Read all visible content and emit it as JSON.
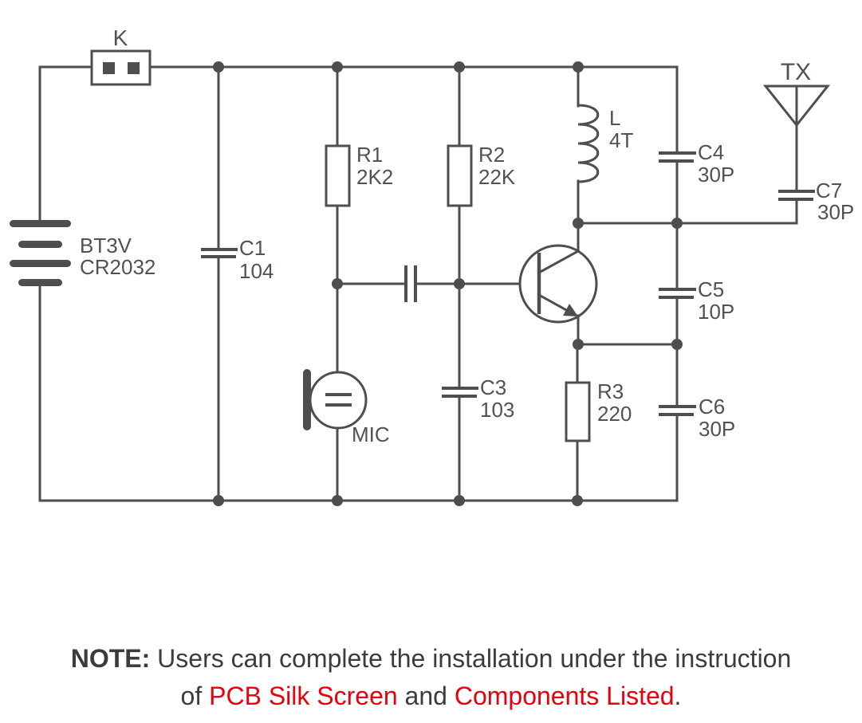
{
  "colors": {
    "wire": "#4e4e50",
    "label": "#515254",
    "note": "#3c3c3c",
    "red": "#e8000d"
  },
  "schematic": {
    "switch_k": {
      "ref": "K"
    },
    "battery": {
      "name": "BT3V",
      "model": "CR2032"
    },
    "c1": {
      "ref": "C1",
      "value": "104"
    },
    "r1": {
      "ref": "R1",
      "value": "2K2"
    },
    "r2": {
      "ref": "R2",
      "value": "22K"
    },
    "mic": {
      "ref": "MIC"
    },
    "c3": {
      "ref": "C3",
      "value": "103"
    },
    "inductor_l": {
      "ref": "L",
      "value": "4T"
    },
    "c4": {
      "ref": "C4",
      "value": "30P"
    },
    "c5": {
      "ref": "C5",
      "value": "10P"
    },
    "c6": {
      "ref": "C6",
      "value": "30P"
    },
    "c7": {
      "ref": "C7",
      "value": "30P"
    },
    "r3": {
      "ref": "R3",
      "value": "220"
    },
    "antenna": {
      "ref": "TX"
    }
  },
  "note": {
    "prefix": "NOTE:",
    "line1": " Users can complete the installation under the instruction",
    "line2_start": "of ",
    "highlight1": "PCB Silk Screen",
    "line2_mid": " and ",
    "highlight2": "Components Listed",
    "line2_end": "."
  }
}
